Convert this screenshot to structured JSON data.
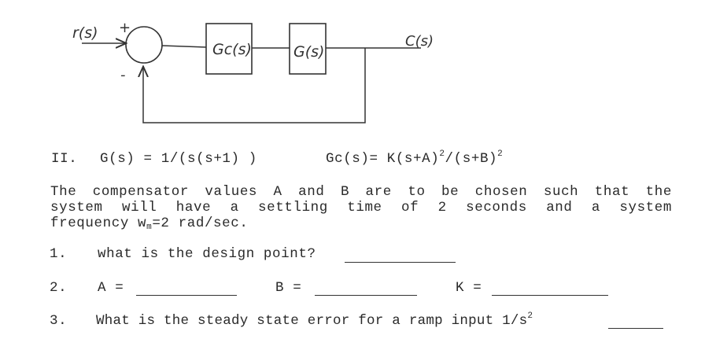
{
  "diagram": {
    "input_label": "r(s)",
    "plus_sign": "+",
    "minus_sign": "-",
    "block1_label": "Gc(s)",
    "block2_label": "G(s)",
    "output_label": "C(s)"
  },
  "problem": {
    "number": "II.",
    "g_eq": "G(s) = 1/(s(s+1) )",
    "gc_eq": "Gc(s)= K(s+A)",
    "gc_mid": "/(s+B)",
    "gc_exp": "2",
    "para_line1": "The compensator values A and B are to be chosen such that the",
    "para_line2": "system will have a settling time of 2 seconds and a system",
    "para_line3a": "frequency w",
    "para_sub": "m",
    "para_line3b": "=2 rad/sec."
  },
  "questions": [
    {
      "num": "1.",
      "text": "what is the design point?"
    },
    {
      "num": "2.",
      "a_label": "A =",
      "b_label": "B =",
      "k_label": "K ="
    },
    {
      "num": "3.",
      "text": "What is the steady state error for a ramp input 1/s",
      "exp": "2"
    }
  ]
}
